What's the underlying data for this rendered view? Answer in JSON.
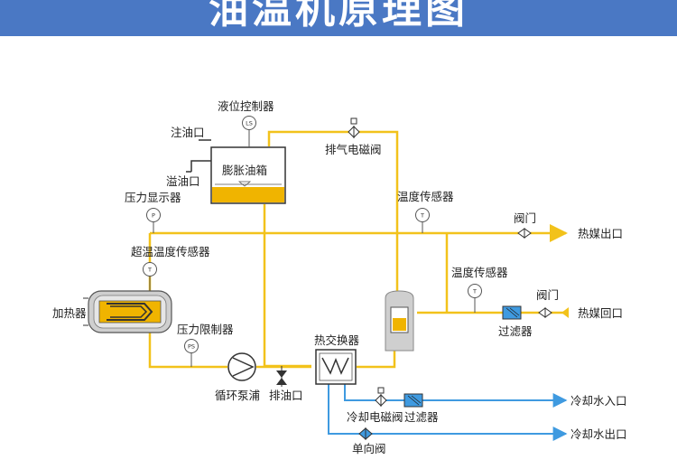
{
  "title": "油温机原理图",
  "labels": {
    "level_controller": "液位控制器",
    "oil_inlet": "注油口",
    "overflow_port": "溢油口",
    "expansion_tank": "膨胀油箱",
    "exhaust_valve": "排气电磁阀",
    "pressure_display": "压力显示器",
    "temp_sensor_top": "温度传感器",
    "valve_top": "阀门",
    "heat_medium_out": "热媒出口",
    "overtemp_sensor": "超温温度传感器",
    "temp_sensor_right": "温度传感器",
    "valve_right": "阀门",
    "heater": "加热器",
    "filter_right": "过滤器",
    "heat_medium_return": "热媒回口",
    "pressure_limiter": "压力限制器",
    "heat_exchanger": "热交换器",
    "circulation_pump": "循环泵浦",
    "drain_port": "排油口",
    "cooling_solenoid": "冷却电磁阀",
    "filter_bottom": "过滤器",
    "cooling_water_in": "冷却水入口",
    "one_way_valve": "单向阀",
    "cooling_water_out": "冷却水出口"
  },
  "instruments": {
    "ls": "LS",
    "p": "P",
    "t": "T",
    "ps": "PS"
  },
  "colors": {
    "banner": "#4a78c4",
    "oil_pipe": "#f2c21b",
    "water_pipe": "#3f9ae0",
    "heater_core": "#f0b400",
    "component_gray": "#cfcfcf"
  }
}
